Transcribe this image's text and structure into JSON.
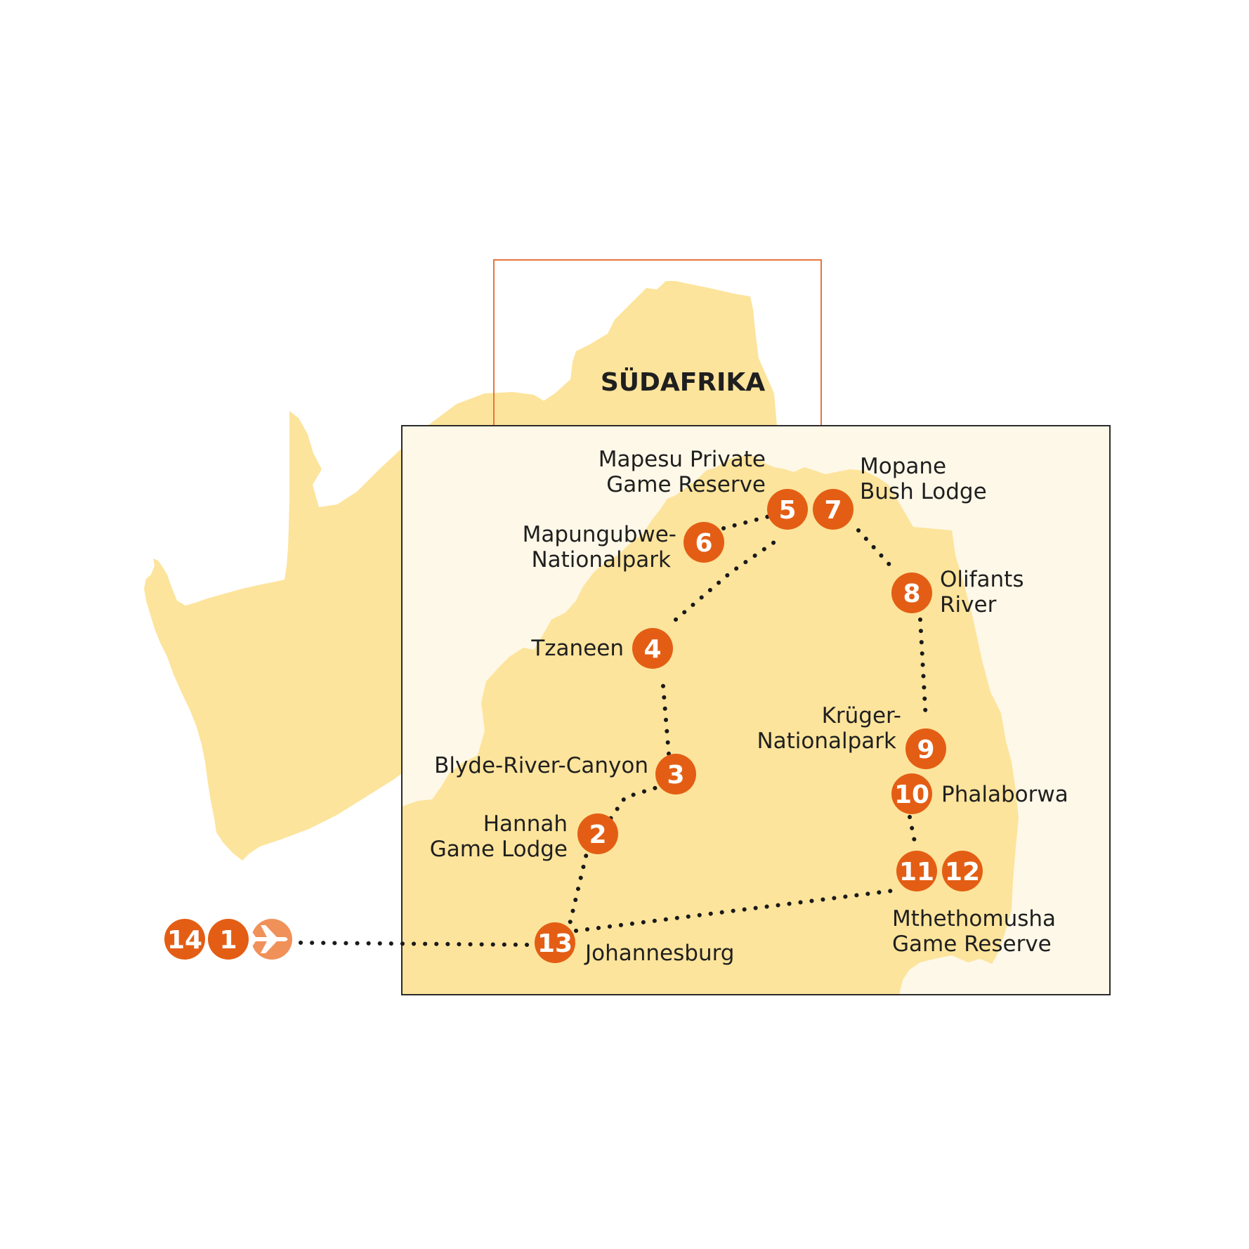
{
  "map": {
    "country_label": "SÜDAFRIKA",
    "colors": {
      "land": "#fde49c",
      "inset_background": "#fef8e8",
      "inset_border": "#2b2b2b",
      "locator_frame": "#e8743b",
      "stop_marker": "#e35e14",
      "airport_marker": "#f0915a",
      "route": "#1a1a1a"
    },
    "airport_icon": "airplane-icon",
    "stops": [
      {
        "number": "14"
      },
      {
        "number": "1"
      },
      {
        "number": "13",
        "label_lines": [
          "Johannesburg"
        ]
      },
      {
        "number": "2",
        "label_lines": [
          "Hannah",
          "Game Lodge"
        ]
      },
      {
        "number": "3",
        "label_lines": [
          "Blyde-River-Canyon"
        ]
      },
      {
        "number": "4",
        "label_lines": [
          "Tzaneen"
        ]
      },
      {
        "number": "6",
        "label_lines": [
          "Mapungubwe-",
          "Nationalpark"
        ]
      },
      {
        "number": "5",
        "label_lines": [
          "Mapesu Private",
          "Game Reserve"
        ]
      },
      {
        "number": "7",
        "label_lines": [
          "Mopane",
          "Bush Lodge"
        ]
      },
      {
        "number": "8",
        "label_lines": [
          "Olifants",
          "River"
        ]
      },
      {
        "number": "9",
        "label_lines": [
          "Krüger-",
          "Nationalpark"
        ]
      },
      {
        "number": "10",
        "label_lines": [
          "Phalaborwa"
        ]
      },
      {
        "number": "11",
        "label_lines": [
          "Mthethomusha",
          "Game Reserve"
        ]
      },
      {
        "number": "12"
      }
    ]
  }
}
